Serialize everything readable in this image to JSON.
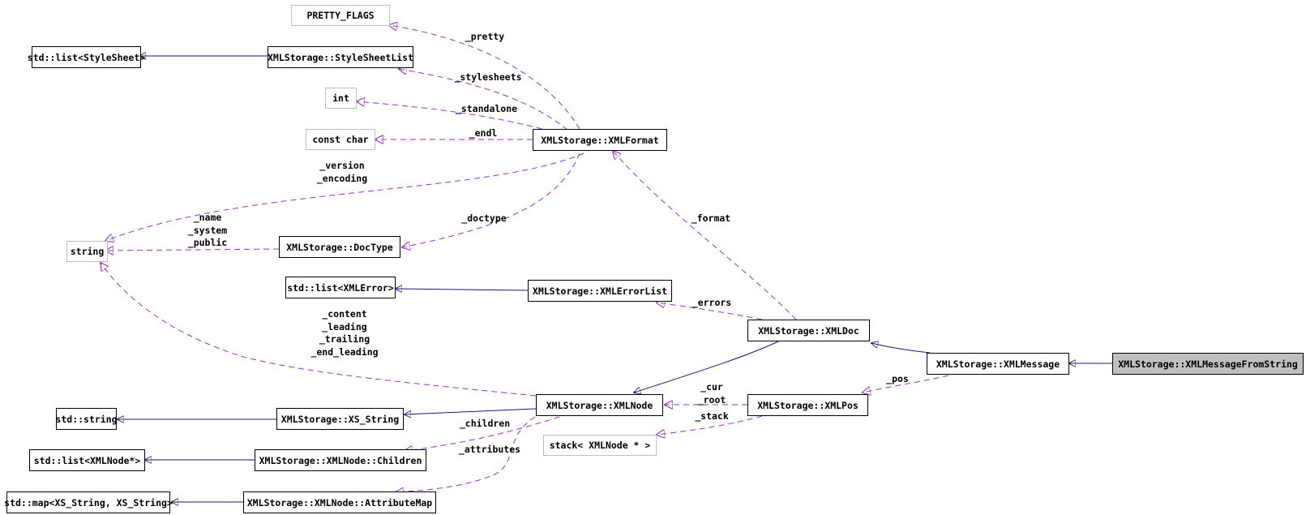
{
  "colors": {
    "inherit": "#191970",
    "usage": "#9a32cd",
    "undoc_border": "#bfbfbf",
    "focus_fill": "#bfbfbf"
  },
  "nodes": {
    "pretty_flags": "PRETTY_FLAGS",
    "list_stylesheet": "std::list<StyleSheet>",
    "stylesheetlist": "XMLStorage::StyleSheetList",
    "int": "int",
    "const_char": "const char",
    "xmlformat": "XMLStorage::XMLFormat",
    "string": "string",
    "doctype": "XMLStorage::DocType",
    "list_xmlerror": "std::list<XMLError>",
    "xmlerrorlist": "XMLStorage::XMLErrorList",
    "xmldoc": "XMLStorage::XMLDoc",
    "xmlmessage": "XMLStorage::XMLMessage",
    "xmlmessagefromstring": "XMLStorage::XMLMessageFromString",
    "std_string": "std::string",
    "xs_string": "XMLStorage::XS_String",
    "xmlnode": "XMLStorage::XMLNode",
    "xmlpos": "XMLStorage::XMLPos",
    "stack_xmlnode": "stack< XMLNode * >",
    "list_xmlnode": "std::list<XMLNode*>",
    "children": "XMLStorage::XMLNode::Children",
    "map_xs": "std::map<XS_String, XS_String>",
    "attributemap": "XMLStorage::XMLNode::AttributeMap"
  },
  "edge_labels": {
    "pretty": [
      "_pretty"
    ],
    "stylesheets": [
      "_stylesheets"
    ],
    "standalone": [
      "_standalone"
    ],
    "endl": [
      "_endl"
    ],
    "version_encoding": [
      "_version",
      "_encoding"
    ],
    "name_system_public": [
      "_name",
      "_system",
      "_public"
    ],
    "doctype": [
      "_doctype"
    ],
    "format": [
      "_format"
    ],
    "errors": [
      "_errors"
    ],
    "content": [
      "_content",
      "_leading",
      "_trailing",
      "_end_leading"
    ],
    "pos": [
      "_pos"
    ],
    "cur_root": [
      "_cur",
      "_root"
    ],
    "stack": [
      "_stack"
    ],
    "children": [
      "_children"
    ],
    "attributes": [
      "_attributes"
    ]
  }
}
